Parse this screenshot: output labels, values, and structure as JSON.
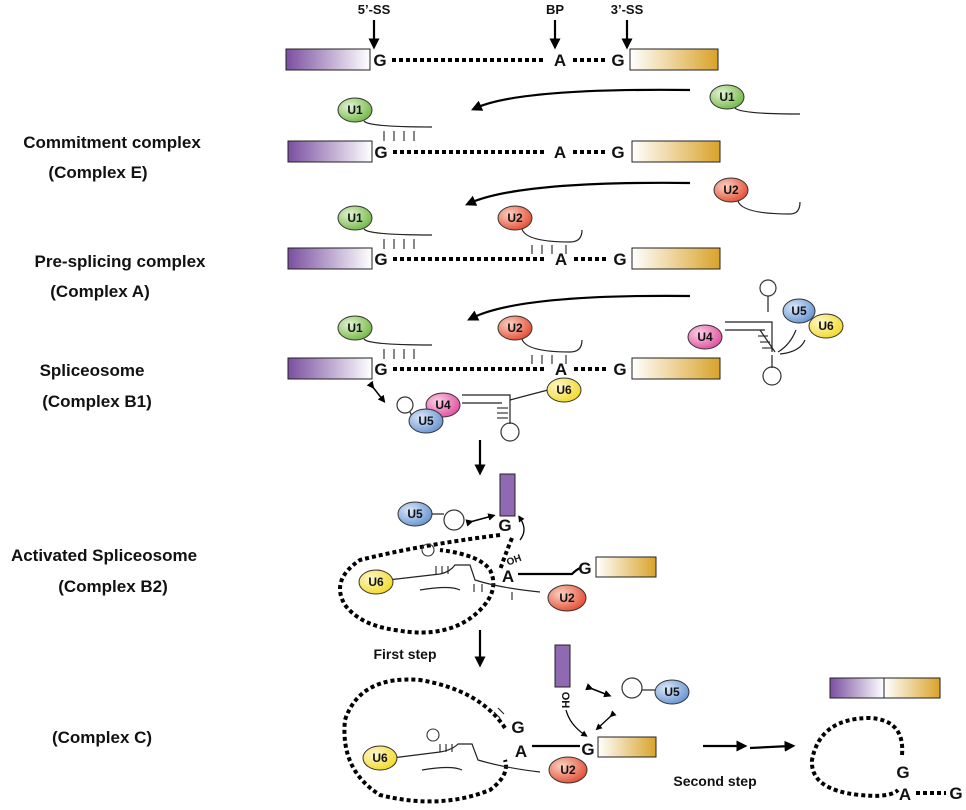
{
  "splice_sites": {
    "ss5": "5’-SS",
    "bp": "BP",
    "ss3": "3’-SS"
  },
  "nucleotides": {
    "g": "G",
    "a": "A",
    "oh": "OH"
  },
  "stages": [
    {
      "title": "Commitment complex",
      "subtitle": "(Complex E)"
    },
    {
      "title": "Pre-splicing complex",
      "subtitle": "(Complex A)"
    },
    {
      "title": "Spliceosome",
      "subtitle": "(Complex B1)"
    },
    {
      "title": "Activated Spliceosome",
      "subtitle": "(Complex B2)"
    },
    {
      "title": "",
      "subtitle": "(Complex C)"
    }
  ],
  "steps": {
    "first": "First step",
    "second": "Second step"
  },
  "snrnps": {
    "u1": "U1",
    "u2": "U2",
    "u4": "U4",
    "u5": "U5",
    "u6": "U6"
  },
  "colors": {
    "exon1": "#7a4fa0",
    "exon2": "#d9a32a",
    "u1": "#7cbf4a",
    "u2": "#e2452b",
    "u4": "#e0479a",
    "u5": "#5f8fd0",
    "u6": "#f2dc2a"
  }
}
